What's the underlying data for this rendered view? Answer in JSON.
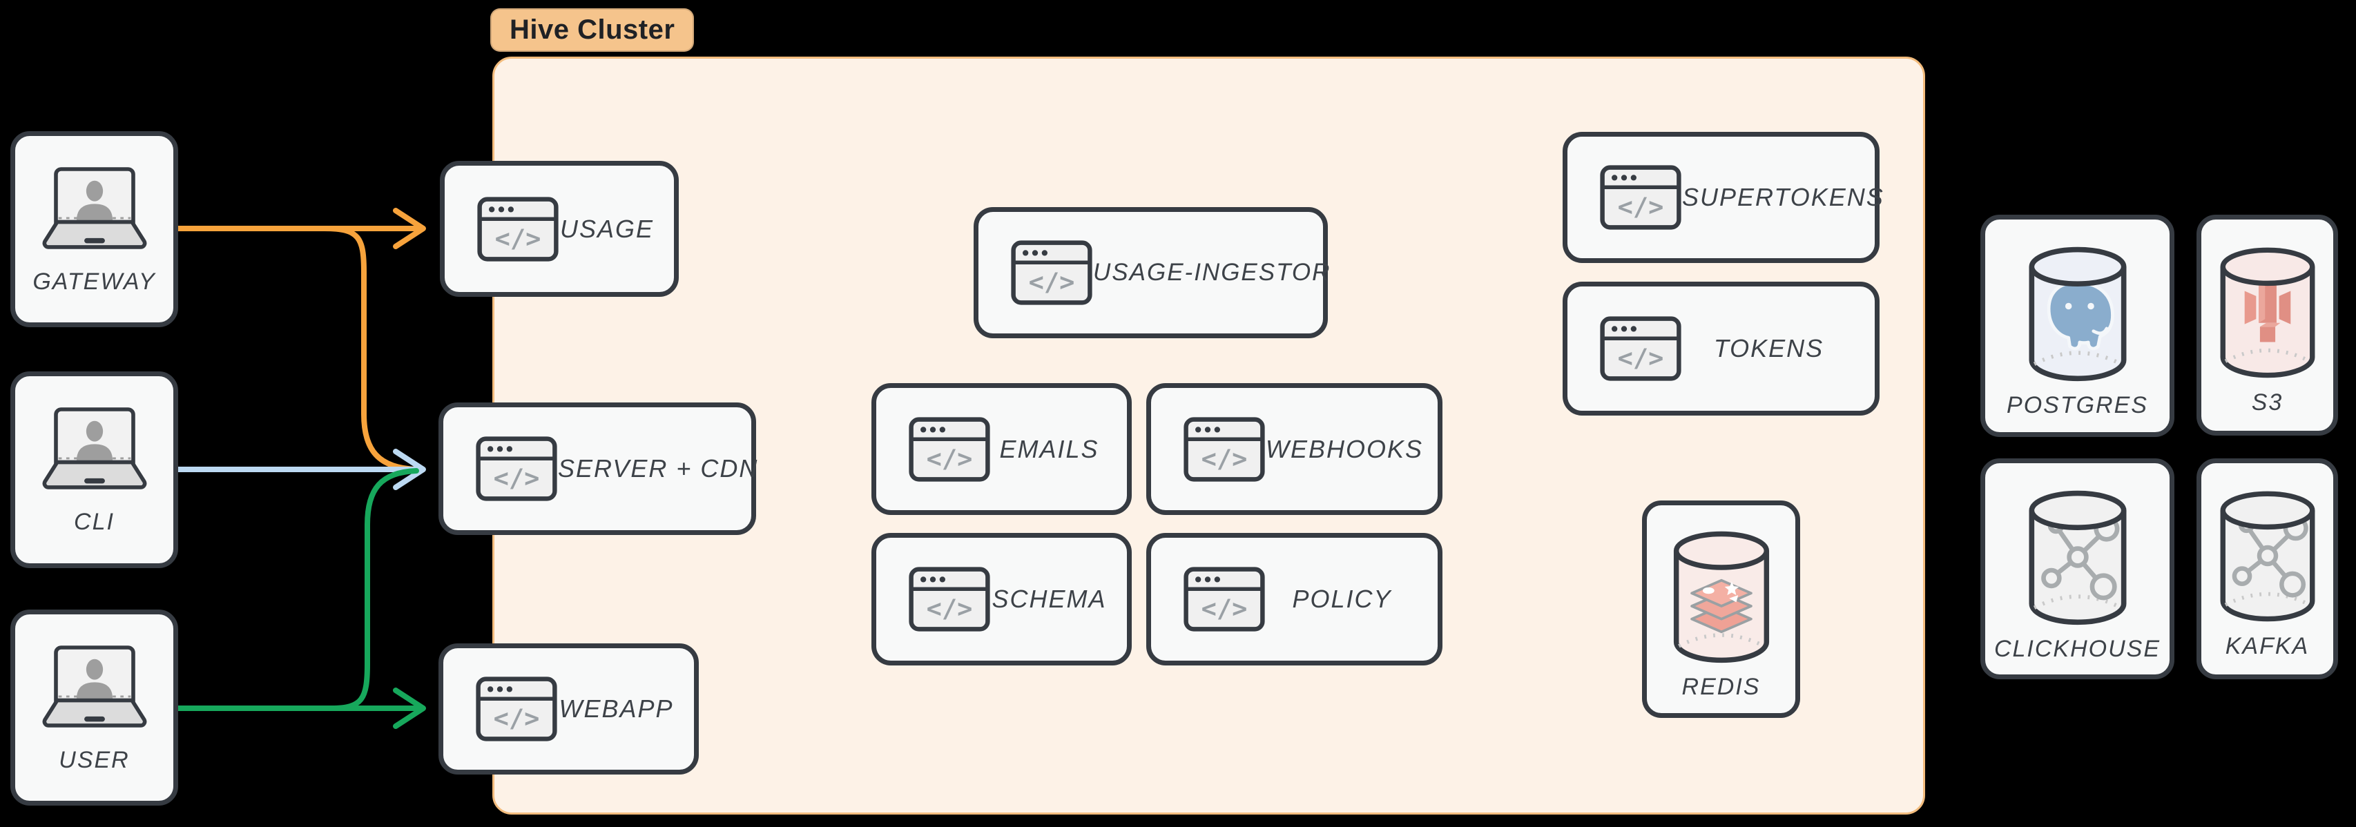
{
  "diagram_title": "Hive Cluster",
  "cluster": {
    "badge": "Hive Cluster"
  },
  "actors": [
    {
      "id": "gateway",
      "label": "GATEWAY"
    },
    {
      "id": "cli",
      "label": "CLI"
    },
    {
      "id": "user",
      "label": "USER"
    }
  ],
  "services": {
    "usage": "USAGE",
    "server_cdn": "SERVER + CDN",
    "webapp": "WEBAPP",
    "usage_ingestor": "USAGE-INGESTOR",
    "emails": "EMAILS",
    "webhooks": "WEBHOOKS",
    "schema": "SCHEMA",
    "policy": "POLICY",
    "supertokens": "SUPERTOKENS",
    "tokens": "TOKENS",
    "redis": "REDIS"
  },
  "datastores": [
    {
      "label": "POSTGRES"
    },
    {
      "label": "S3"
    },
    {
      "label": "CLICKHOUSE"
    },
    {
      "label": "KAFKA"
    }
  ],
  "icons": {
    "code_glyph": "</>"
  },
  "edges": [
    {
      "from": "GATEWAY",
      "to": "USAGE",
      "color": "#f7a33c"
    },
    {
      "from": "GATEWAY",
      "to": "SERVER + CDN",
      "color": "#f7a33c"
    },
    {
      "from": "CLI",
      "to": "SERVER + CDN",
      "color": "#bcd9f2"
    },
    {
      "from": "USER",
      "to": "SERVER + CDN",
      "color": "#17a85c"
    },
    {
      "from": "USER",
      "to": "WEBAPP",
      "color": "#17a85c"
    }
  ],
  "colors": {
    "ink": "#363b42",
    "node_bg": "#f8f9f9",
    "label": "#3d4248",
    "cluster_bg": "#fdf2e7",
    "cluster_border": "#f3bc7d",
    "badge_bg": "#f5c48c",
    "arrow_gateway": "#f7a33c",
    "arrow_cli": "#bcd9f2",
    "arrow_user": "#17a85c"
  }
}
